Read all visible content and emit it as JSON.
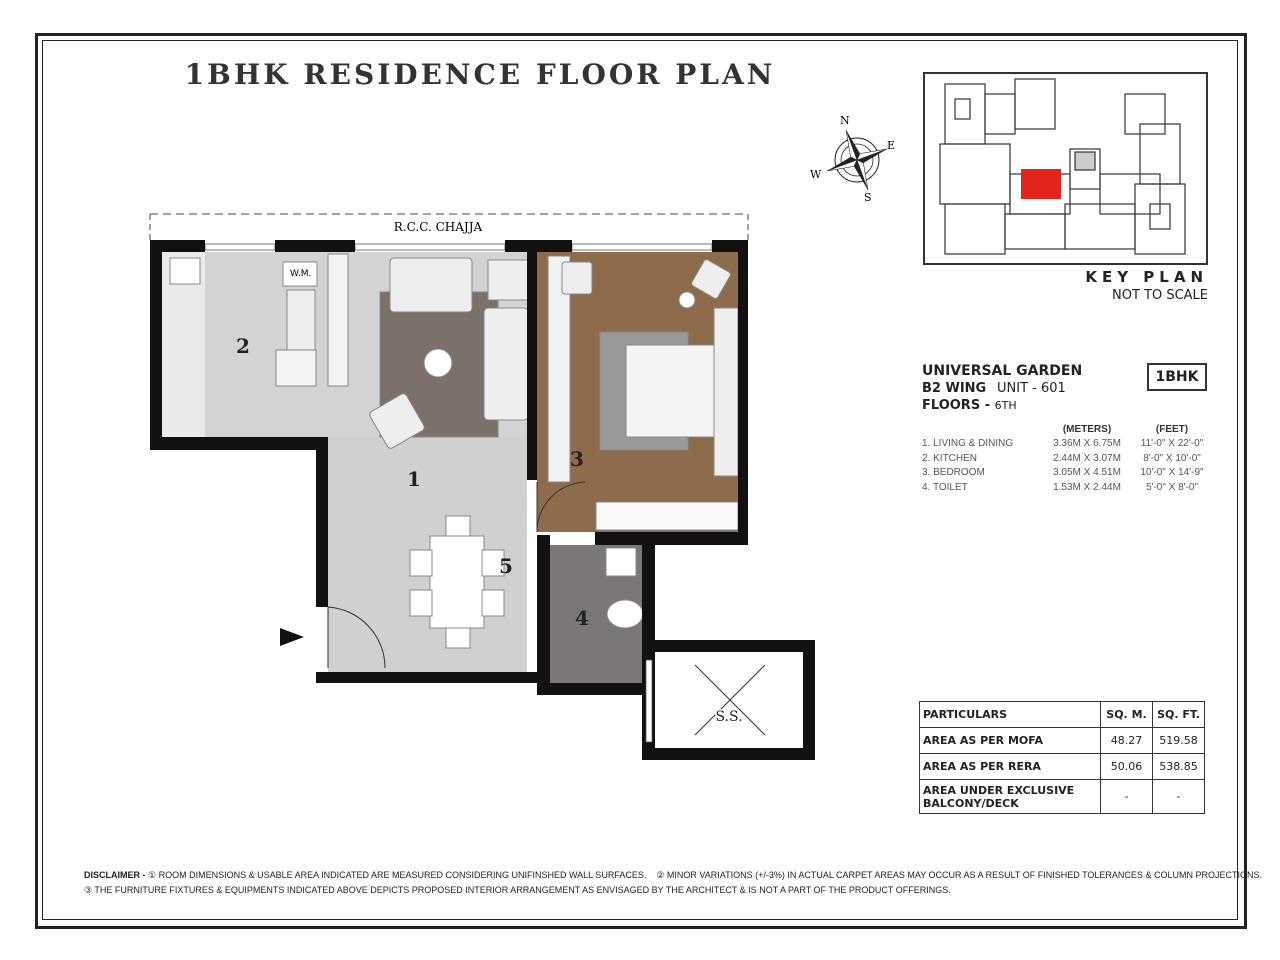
{
  "title": "1BHK RESIDENCE FLOOR PLAN",
  "compass": {
    "n": "N",
    "e": "E",
    "s": "S",
    "w": "W"
  },
  "plan_labels": {
    "chajja": "R.C.C. CHAJJA",
    "wm": "W.M.",
    "ss": "S.S.",
    "rooms": [
      "1",
      "2",
      "3",
      "4",
      "5"
    ]
  },
  "key_plan": {
    "title": "KEY PLAN",
    "subtitle": "NOT TO SCALE",
    "highlight_color": "#e3241b"
  },
  "project": {
    "name": "UNIVERSAL GARDEN",
    "wing": "B2 WING",
    "unit": "UNIT -  601",
    "floors_label": "FLOORS - ",
    "floors_value": "6TH",
    "type_badge": "1BHK"
  },
  "dimensions": {
    "headers": [
      "",
      "(METERS)",
      "(FEET)"
    ],
    "rows": [
      [
        "1. LIVING & DINING",
        "3.36M X 6.75M",
        "11'-0\" X 22'-0\""
      ],
      [
        "2. KITCHEN",
        "2.44M X 3.07M",
        "8'-0\" X 10'-0\""
      ],
      [
        "3. BEDROOM",
        "3.05M X 4.51M",
        "10'-0\" X 14'-9\""
      ],
      [
        "4. TOILET",
        "1.53M X 2.44M",
        "5'-0\" X 8'-0\""
      ]
    ]
  },
  "area_table": {
    "headers": [
      "PARTICULARS",
      "SQ. M.",
      "SQ. FT."
    ],
    "rows": [
      [
        "AREA AS PER MOFA",
        "48.27",
        "519.58"
      ],
      [
        "AREA AS PER RERA",
        "50.06",
        "538.85"
      ],
      [
        "AREA UNDER EXCLUSIVE BALCONY/DECK",
        "-",
        "-"
      ]
    ]
  },
  "disclaimer": {
    "label": "DISCLAIMER - ",
    "line1a": "① ROOM DIMENSIONS & USABLE AREA INDICATED ARE MEASURED CONSIDERING UNIFINSHED WALL SURFACES.",
    "line1b": "② MINOR VARIATIONS (+/-3%) IN ACTUAL CARPET AREAS MAY OCCUR AS A RESULT OF FINISHED TOLERANCES & COLUMN PROJECTIONS.",
    "line2": "③ THE FURNITURE FIXTURES & EQUIPMENTS INDICATED ABOVE DEPICTS PROPOSED INTERIOR ARRANGEMENT AS ENVISAGED BY THE ARCHITECT & IS NOT A PART OF THE PRODUCT OFFERINGS."
  }
}
